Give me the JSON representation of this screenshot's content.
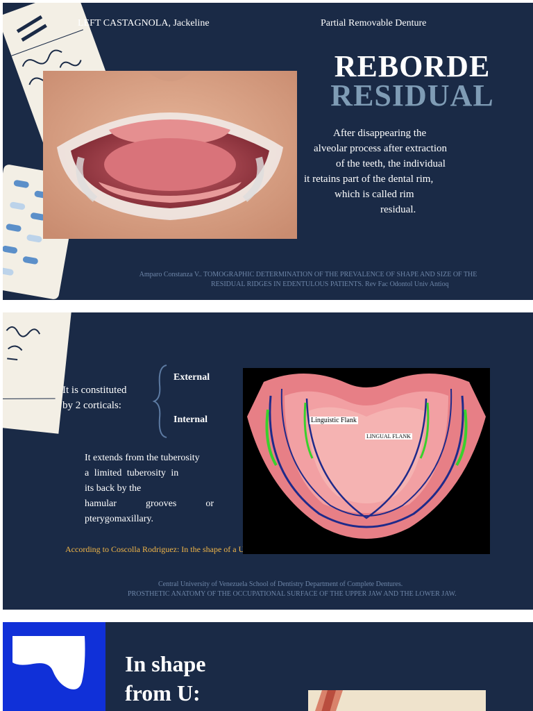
{
  "slide1": {
    "author": "LEFT CASTAGNOLA, Jackeline",
    "course": "Partial Removable Denture",
    "title_line1": "REBORDE",
    "title_line2": "RESIDUAL",
    "body_lines": [
      "After disappearing the",
      "alveolar process after extraction",
      "of the teeth, the individual",
      "it retains part of the dental rim,",
      "which is called rim",
      "residual."
    ],
    "citation_line1": "Amparo Constanza V.. TOMOGRAPHIC DETERMINATION OF THE PREVALENCE OF SHAPE AND SIZE OF THE",
    "citation_line2": "RESIDUAL RIDGES IN EDENTULOUS PATIENTS. Rev Fac Odontol Univ Antioq"
  },
  "slide2": {
    "intro_line1": "It is constituted",
    "intro_line2": "by 2 corticals:",
    "cortical_external": "External",
    "cortical_internal": "Internal",
    "extends_lines": [
      "It extends from the tuberosity",
      "a limited tuberosity in",
      "its back by the",
      "hamular grooves or",
      "pterygomaxillary."
    ],
    "coscolla": "According to Coscolla Rodriguez: In the shape of a U, C, or V.",
    "diagram_label_linguistic": "Linguistic Flank",
    "diagram_label_lingual": "LINGUAL FLANK",
    "citation_line1": "Central University of Venezuela School of Dentistry Department of Complete Dentures.",
    "citation_line2": "PROSTHETIC ANATOMY OF THE OCCUPATIONAL SURFACE OF THE UPPER JAW AND THE LOWER JAW."
  },
  "slide3": {
    "heading_line1": "In shape",
    "heading_line2": "from U:"
  },
  "colors": {
    "slide_bg": "#1a2a46",
    "title_accent": "#7f9cb5",
    "citation": "#6e86a8",
    "coscolla": "#f0b548",
    "u_shape_bg": "#1030d8"
  }
}
